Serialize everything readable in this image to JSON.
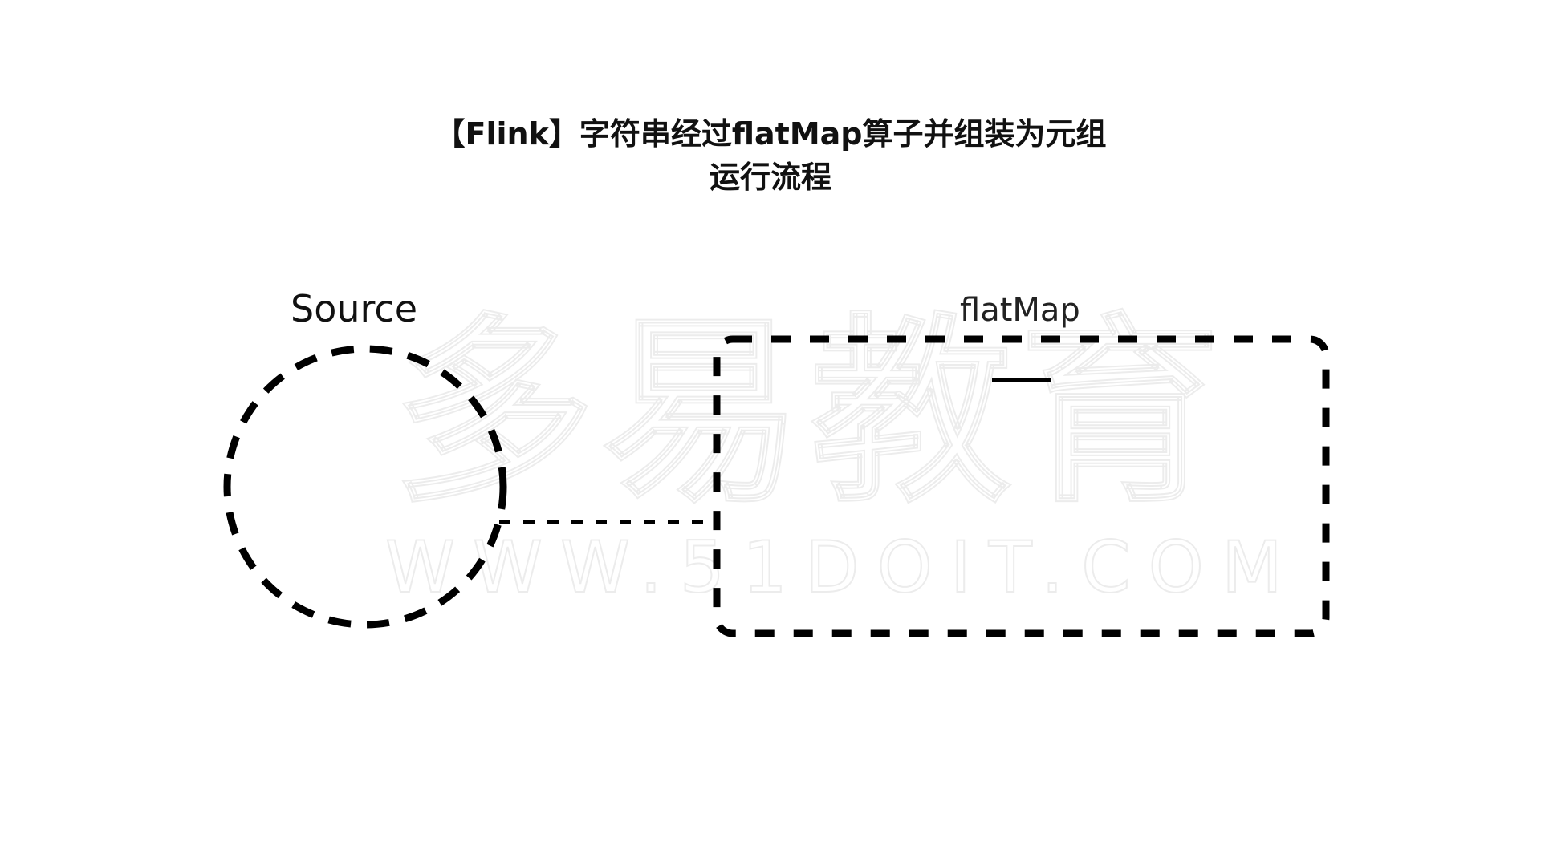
{
  "title": {
    "line1": "【Flink】字符串经过flatMap算子并组装为元组",
    "line2": "运行流程"
  },
  "nodes": {
    "source": {
      "label": "Source",
      "shape": "dashed-circle"
    },
    "flatmap": {
      "label": "flatMap",
      "shape": "dashed-rounded-rect",
      "inner_mark": "—"
    }
  },
  "edges": [
    {
      "from": "source",
      "to": "flatmap",
      "style": "dashed"
    }
  ],
  "watermark": {
    "brand": "多易教育",
    "url": "WWW.51DOIT.COM"
  },
  "colors": {
    "stroke": "#000000",
    "background": "#ffffff",
    "watermark_outline": "#ececec"
  }
}
